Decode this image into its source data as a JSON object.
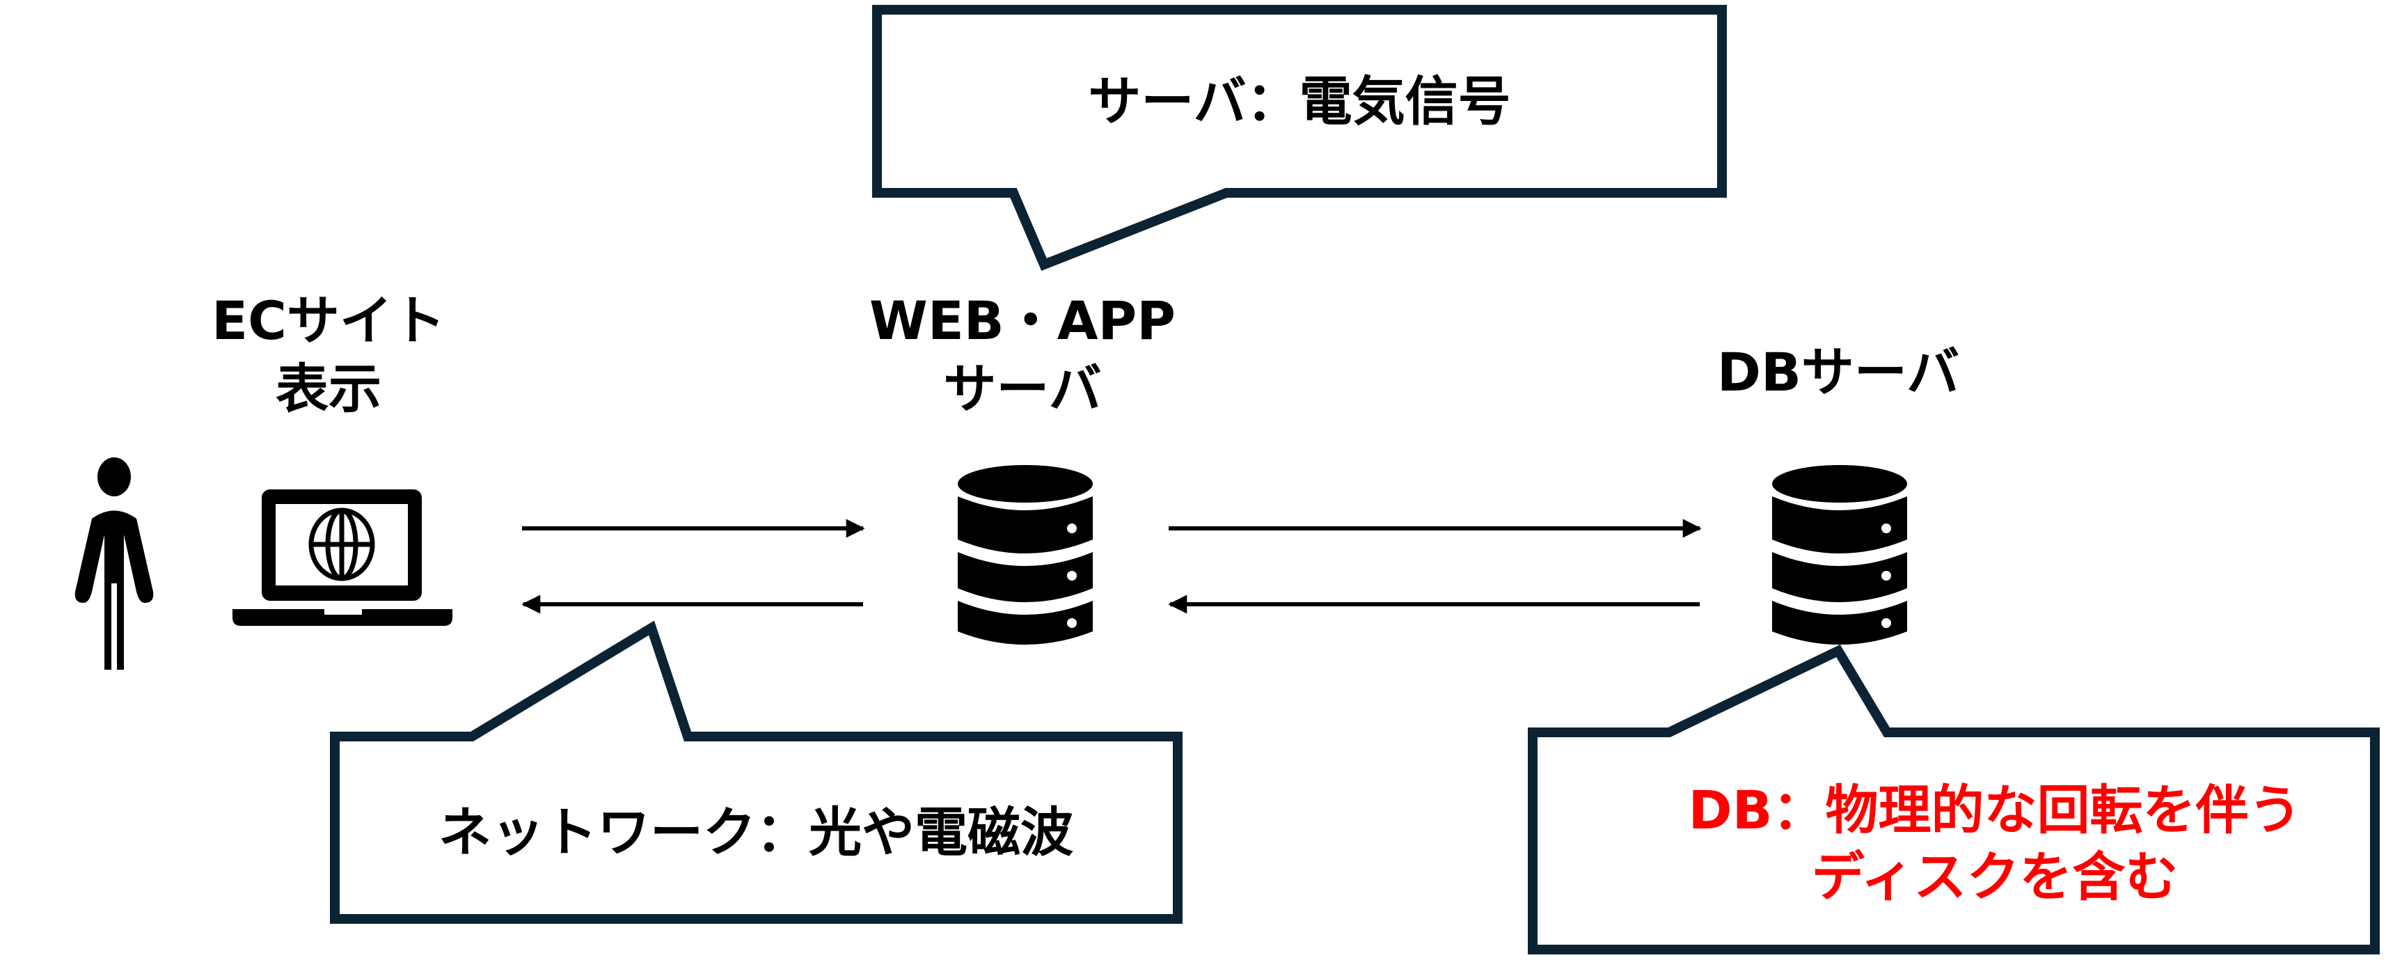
{
  "nodes": {
    "client": {
      "label_line1": "ECサイト",
      "label_line2": "表示",
      "icons": [
        "person-icon",
        "laptop-globe-icon"
      ]
    },
    "web_app_server": {
      "label_line1": "WEB・APP",
      "label_line2": "サーバ",
      "icon": "database-server-icon"
    },
    "db_server": {
      "label_line1": "DBサーバ",
      "icon": "database-server-icon"
    }
  },
  "callouts": {
    "server": {
      "text": "サーバ：電気信号",
      "color": "#000000"
    },
    "network": {
      "text": "ネットワーク：光や電磁波",
      "color": "#000000"
    },
    "db": {
      "text_line1": "DB：物理的な回転を伴う",
      "text_line2": "ディスクを含む",
      "color": "#ff0000"
    }
  },
  "arrows": [
    {
      "from": "client",
      "to": "web_app_server",
      "direction": "right"
    },
    {
      "from": "web_app_server",
      "to": "client",
      "direction": "left"
    },
    {
      "from": "web_app_server",
      "to": "db_server",
      "direction": "right"
    },
    {
      "from": "db_server",
      "to": "web_app_server",
      "direction": "left"
    }
  ],
  "colors": {
    "callout_border": "#0b2333",
    "icon": "#000000",
    "highlight_text": "#ff0000"
  }
}
